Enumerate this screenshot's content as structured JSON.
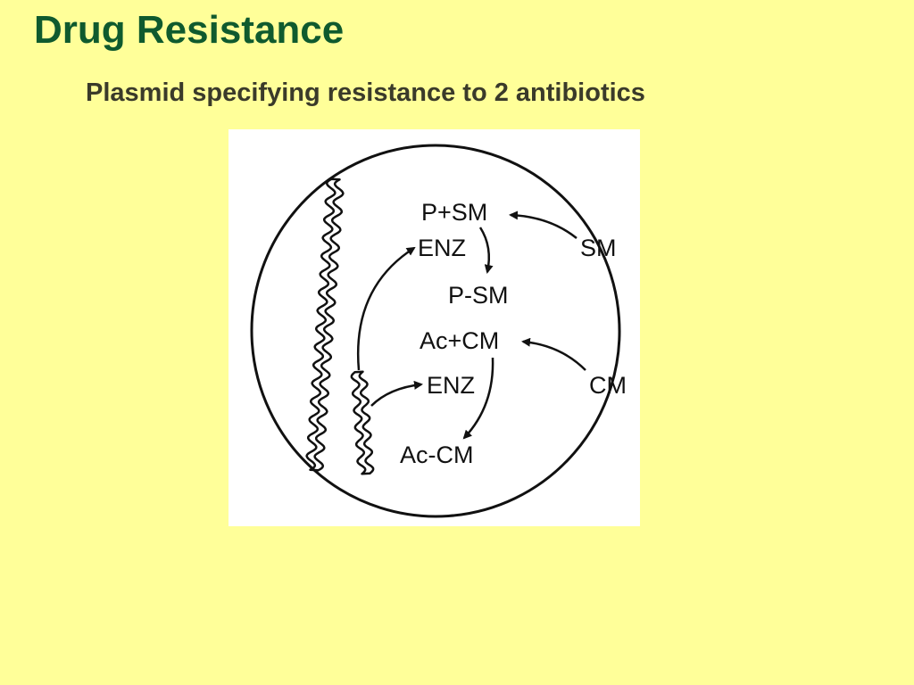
{
  "slide": {
    "title": "Drug Resistance",
    "subtitle": "Plasmid specifying resistance to 2 antibiotics"
  },
  "diagram": {
    "labels": {
      "p_plus_sm": "P+SM",
      "enz_top": "ENZ",
      "p_sm": "P-SM",
      "sm_outside": "SM",
      "ac_plus_cm": "Ac+CM",
      "enz_bottom": "ENZ",
      "ac_cm": "Ac-CM",
      "cm_outside": "CM"
    }
  },
  "colors": {
    "background": "#ffff99",
    "title": "#0f5a2e",
    "subtitle": "#3a3a2a",
    "panel": "#ffffff",
    "ink": "#111111"
  }
}
